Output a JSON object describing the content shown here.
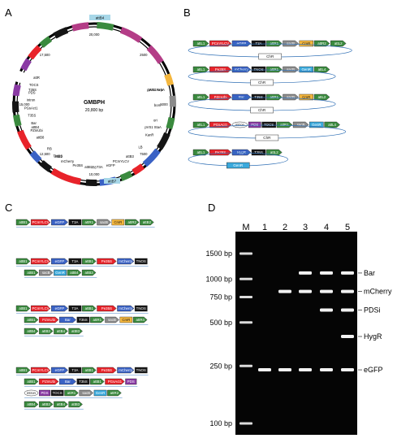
{
  "panels": {
    "a": "A",
    "b": "B",
    "c": "C",
    "d": "D"
  },
  "plasmid": {
    "name": "GMBPH",
    "size": "20,800 bp",
    "top_box": "attB4",
    "bottom_box": "attB7",
    "ticks": [
      "10,000",
      "15,000",
      "20,000",
      "2500",
      "5000",
      "7500",
      "12,500",
      "17,500"
    ],
    "features_top": [
      "T35S",
      "attB4",
      "attB2",
      "R8",
      "attB3",
      "pVS1 StaA",
      "pVS1 RepA"
    ],
    "features_right": [
      "pVS1 oriV",
      "bom",
      "ori",
      "KanR",
      "LB"
    ],
    "features_bottom": [
      "PCmYLCV",
      "eGFP",
      "T3A",
      "attB1",
      "Pe35S",
      "mCherry",
      "TNOS",
      "RB"
    ],
    "features_left": [
      "attB8",
      "PZmUbi",
      "Bar",
      "T35S",
      "PGsAct1",
      "intron",
      "PDS",
      "TOCS",
      "attR"
    ]
  },
  "colors": {
    "green": "#3a8a3e",
    "red": "#e8232a",
    "blue": "#3a62c5",
    "black": "#151515",
    "grey": "#8b8b8b",
    "yellow": "#f4b63d",
    "cyan": "#3aa9dc",
    "purple": "#8a3aa4",
    "white": "#ffffff",
    "magenta": "#b43d87",
    "gel": "#000000"
  },
  "panelB": {
    "rows": [
      [
        "attL1",
        "PCmYLCV",
        "eGFP",
        "T3A",
        "attR1",
        "sacB",
        "CmR",
        "attR2",
        "attL2"
      ],
      [
        "attL1",
        "Pe35S",
        "mCherry",
        "TNOS",
        "attR1",
        "sacB",
        "GenR",
        "attL4"
      ],
      [
        "attL1",
        "PZmUbi",
        "Bar",
        "T35S",
        "attR1",
        "sacB",
        "CmR",
        "attL2"
      ],
      [
        "attL1",
        "PGsAct1",
        "intron",
        "PDS",
        "TOCS",
        "attR1",
        "sacB",
        "GenR",
        "attL4"
      ],
      [
        "attL1",
        "Pe35S",
        "HygR",
        "T35S",
        "attL2"
      ]
    ],
    "sublabels": [
      "ChR",
      "ChR",
      "ChR",
      "ChR",
      "GenR"
    ]
  },
  "panelC": {
    "blocks": [
      [
        [
          "attB1",
          "PCmYLCV",
          "eGFP",
          "T3A",
          "attR1",
          "sacB",
          "CmR",
          "attR2",
          "attB2"
        ]
      ],
      [
        [
          "attB1",
          "PCmYLCV",
          "eGFP",
          "T3A",
          "attB1",
          "Pe35S",
          "mCherry",
          "TNOS"
        ],
        [
          "attB1",
          "sacB",
          "GenR",
          "attB4",
          "attB3"
        ]
      ],
      [
        [
          "attB1",
          "PCmYLCV",
          "eGFP",
          "T3A",
          "attB1",
          "Pe35S",
          "mCherry",
          "TNOS"
        ],
        [
          "attB1",
          "PZmUbi",
          "Bar",
          "T35S",
          "attR1",
          "sacB",
          "CmR",
          "attR4"
        ],
        [
          "attB4",
          "attB3",
          "attB4",
          "attB3"
        ]
      ],
      [
        [
          "attB1",
          "PCmYLCV",
          "eGFP",
          "T3A",
          "attB1",
          "Pe35S",
          "mCherry",
          "TNOS"
        ],
        [
          "attB1",
          "PZmUbi",
          "Bar",
          "T35S",
          "attB1",
          "PGsAct1",
          "PDS"
        ],
        [
          "intron",
          "PDS",
          "TOCS",
          "attR1",
          "sacB",
          "GenR",
          "attR2"
        ],
        [
          "attB4",
          "attB3",
          "attB4",
          "attB3"
        ]
      ]
    ]
  },
  "gel": {
    "lane_labels": [
      "M",
      "1",
      "2",
      "3",
      "4",
      "5"
    ],
    "ladder": [
      {
        "label": "1500 bp",
        "bp": 1500
      },
      {
        "label": "1000 bp",
        "bp": 1000
      },
      {
        "label": "750 bp",
        "bp": 750
      },
      {
        "label": "500 bp",
        "bp": 500
      },
      {
        "label": "250 bp",
        "bp": 250
      },
      {
        "label": "100 bp",
        "bp": 100
      }
    ],
    "band_labels": [
      {
        "label": "Bar",
        "bp": 1100
      },
      {
        "label": "mCherry",
        "bp": 820
      },
      {
        "label": "PDSi",
        "bp": 610
      },
      {
        "label": "HygR",
        "bp": 400
      },
      {
        "label": "eGFP",
        "bp": 235
      }
    ]
  }
}
